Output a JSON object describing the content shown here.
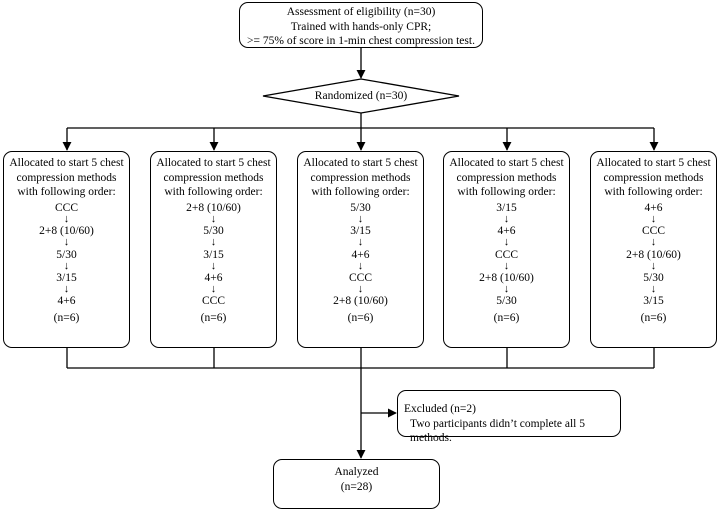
{
  "eligibility": {
    "lines": [
      "Assessment of eligibility (n=30)",
      "Trained with hands-only CPR;",
      ">= 75% of score in 1-min chest compression test."
    ]
  },
  "randomized": {
    "label": "Randomized (n=30)"
  },
  "arms": [
    {
      "heading": [
        "Allocated to start 5 chest",
        "compression methods",
        "with following order:"
      ],
      "steps": [
        "CCC",
        "2+8 (10/60)",
        "5/30",
        "3/15",
        "4+6"
      ],
      "count": "(n=6)"
    },
    {
      "heading": [
        "Allocated to start 5 chest",
        "compression methods",
        "with following order:"
      ],
      "steps": [
        "2+8 (10/60)",
        "5/30",
        "3/15",
        "4+6",
        "CCC"
      ],
      "count": "(n=6)"
    },
    {
      "heading": [
        "Allocated to start 5 chest",
        "compression methods",
        "with following order:"
      ],
      "steps": [
        "5/30",
        "3/15",
        "4+6",
        "CCC",
        "2+8 (10/60)"
      ],
      "count": "(n=6)"
    },
    {
      "heading": [
        "Allocated to start 5 chest",
        "compression methods",
        "with following order:"
      ],
      "steps": [
        "3/15",
        "4+6",
        "CCC",
        "2+8 (10/60)",
        "5/30"
      ],
      "count": "(n=6)"
    },
    {
      "heading": [
        "Allocated to start 5 chest",
        "compression methods",
        "with following order:"
      ],
      "steps": [
        "4+6",
        "CCC",
        "2+8 (10/60)",
        "5/30",
        "3/15"
      ],
      "count": "(n=6)"
    }
  ],
  "step_arrow": "↓",
  "excluded": {
    "title": "Excluded (n=2)",
    "detail": "Two participants didn’t complete all 5 methods."
  },
  "analyzed": {
    "lines": [
      "Analyzed",
      "(n=28)"
    ]
  }
}
